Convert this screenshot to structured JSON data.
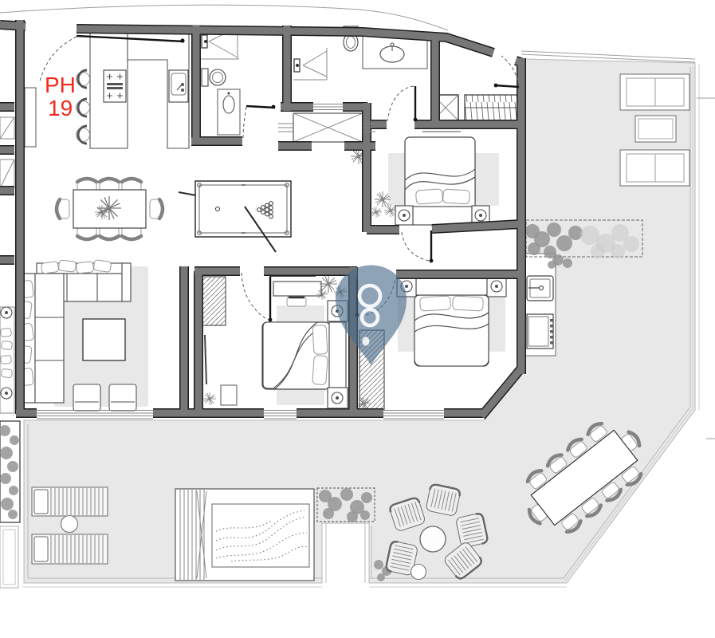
{
  "unit_label": {
    "line1": "PH",
    "line2": "19"
  },
  "colors": {
    "label_red": "#f5281c",
    "wall": "#777777",
    "wall_outline": "#1f1f1f",
    "terrace": "#e8e8e8",
    "interior": "#ffffff",
    "furniture_line": "#4f4f4f",
    "light_line": "#9e9e9e",
    "rug": "#d9d9d9",
    "foliage_dark": "#949494",
    "foliage_light": "#cccccc",
    "watermark_blue": "#4a6b8b",
    "tv_dark": "#3f3f3f"
  },
  "plan": {
    "type": "penthouse-floor-plan",
    "unit": "PH 19",
    "rooms": [
      {
        "name": "kitchen",
        "furniture": [
          "island with cooktop",
          "counter with sink",
          "3 bar stools",
          "tall cabinet"
        ]
      },
      {
        "name": "dining-area",
        "furniture": [
          "dining table",
          "8 chairs",
          "centerpiece plant"
        ]
      },
      {
        "name": "games-area",
        "furniture": [
          "billiard table",
          "2 cue sticks",
          "ball rack",
          "cue ball"
        ]
      },
      {
        "name": "living-room",
        "furniture": [
          "L-shaped sofa with pillows",
          "coffee table",
          "rug",
          "2 ottomans"
        ]
      },
      {
        "name": "bathroom-1",
        "furniture": [
          "shower",
          "toilet",
          "vanity sink"
        ]
      },
      {
        "name": "bathroom-2",
        "furniture": [
          "shower",
          "toilet",
          "vanity sink"
        ]
      },
      {
        "name": "hall",
        "furniture": [
          "linen closet",
          "service shaft",
          "wardrobe with hangers"
        ]
      },
      {
        "name": "bedroom-1",
        "furniture": [
          "double bed",
          "2 nightstands with lamps",
          "rug",
          "wall TV",
          "plant"
        ]
      },
      {
        "name": "bedroom-2",
        "furniture": [
          "double bed",
          "2 nightstands with lamps",
          "desk with chair",
          "wall TV",
          "rug",
          "plant"
        ]
      },
      {
        "name": "walk-in-closet",
        "furniture": [
          "hatched wardrobe",
          "shelf",
          "mirror",
          "plant"
        ]
      },
      {
        "name": "bedroom-3",
        "furniture": [
          "double bed",
          "2 nightstands with lamps",
          "built-in wardrobe",
          "rug",
          "plant"
        ]
      }
    ],
    "terrace_features": [
      "2 double sun loungers with side table (upper terrace)",
      "2 slatted sun loungers with round table (lower terrace)",
      "plunge pool with slatted deck",
      "lounge set: 5 slatted chairs, round table, stool",
      "rotated outdoor dining table with 10 chairs",
      "outdoor kitchen: sink and grill",
      "planters with vegetation"
    ]
  },
  "watermark": {
    "icon": "map-pin",
    "glyph": "8"
  }
}
